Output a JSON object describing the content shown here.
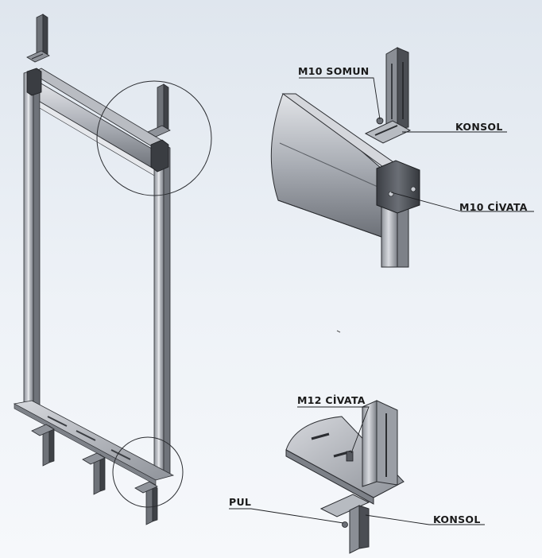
{
  "labels": {
    "m10_somun": "M10 SOMUN",
    "konsol_top": "KONSOL",
    "m10_civata": "M10 CİVATA",
    "m12_civata": "M12 CİVATA",
    "pul": "PUL",
    "konsol_bottom": "KONSOL"
  },
  "colors": {
    "steel_light": "#c9ccd2",
    "steel_mid": "#9aa0a8",
    "steel_dark": "#55585e",
    "edge": "#2b2d31",
    "background": "#e9eef4"
  }
}
